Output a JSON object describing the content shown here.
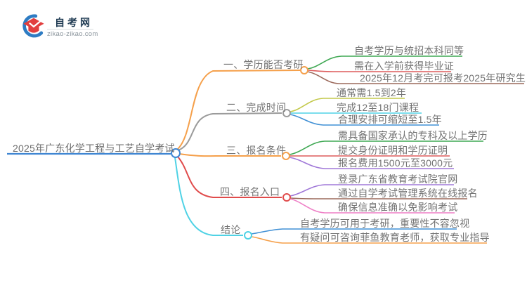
{
  "logo": {
    "site_name": "自考网",
    "site_url": "zikao-zikao.com",
    "brand_navy": "#1e3a52",
    "brand_red": "#e23e3e",
    "brand_blue": "#2e7cc3"
  },
  "mindmap": {
    "root": {
      "label": "2025年广东化学工程与工艺自学考试",
      "color": "#3f86d2"
    },
    "branches": [
      {
        "label": "一、学历能否考研",
        "color": "#f5a04b",
        "children": [
          {
            "text": "自考学历与统招本科同等",
            "color": "#3fa853"
          },
          {
            "text": "需在入学前获得毕业证",
            "color": "#dd5c5c"
          },
          {
            "text": "2025年12月考完可报考2025年研究生",
            "color": "#9c6a5c"
          }
        ]
      },
      {
        "label": "二、完成时间",
        "color": "#9b9b9b",
        "children": [
          {
            "text": "通常需1.5到2年",
            "color": "#c3c94b"
          },
          {
            "text": "完成12至18门课程",
            "color": "#4fd2e5"
          },
          {
            "text": "合理安排可缩短至1.5年",
            "color": "#4090d5"
          }
        ]
      },
      {
        "label": "三、报名条件",
        "color": "#f5a04b",
        "children": [
          {
            "text": "需具备国家承认的专科及以上学历",
            "color": "#3fa853"
          },
          {
            "text": "提交身份证明和学历证明",
            "color": "#dd5c5c"
          },
          {
            "text": "报名费用1500元至3000元",
            "color": "#a078d8"
          }
        ]
      },
      {
        "label": "四、报名入口",
        "color": "#e04b4b",
        "children": [
          {
            "text": "登录广东省教育考试院官网",
            "color": "#a078d8"
          },
          {
            "text": "通过自学考试管理系统在线报名",
            "color": "#9c6a5c"
          },
          {
            "text": "确保信息准确以免影响考试",
            "color": "#ee7fc6"
          }
        ]
      },
      {
        "label": "结论",
        "color": "#4fd2e5",
        "children": [
          {
            "text": "自考学历可用于考研，重要性不容忽视",
            "color": "#4090d5"
          },
          {
            "text": "有疑问可咨询菲鱼教育老师，获取专业指导",
            "color": "#f5a04b"
          }
        ]
      }
    ]
  }
}
